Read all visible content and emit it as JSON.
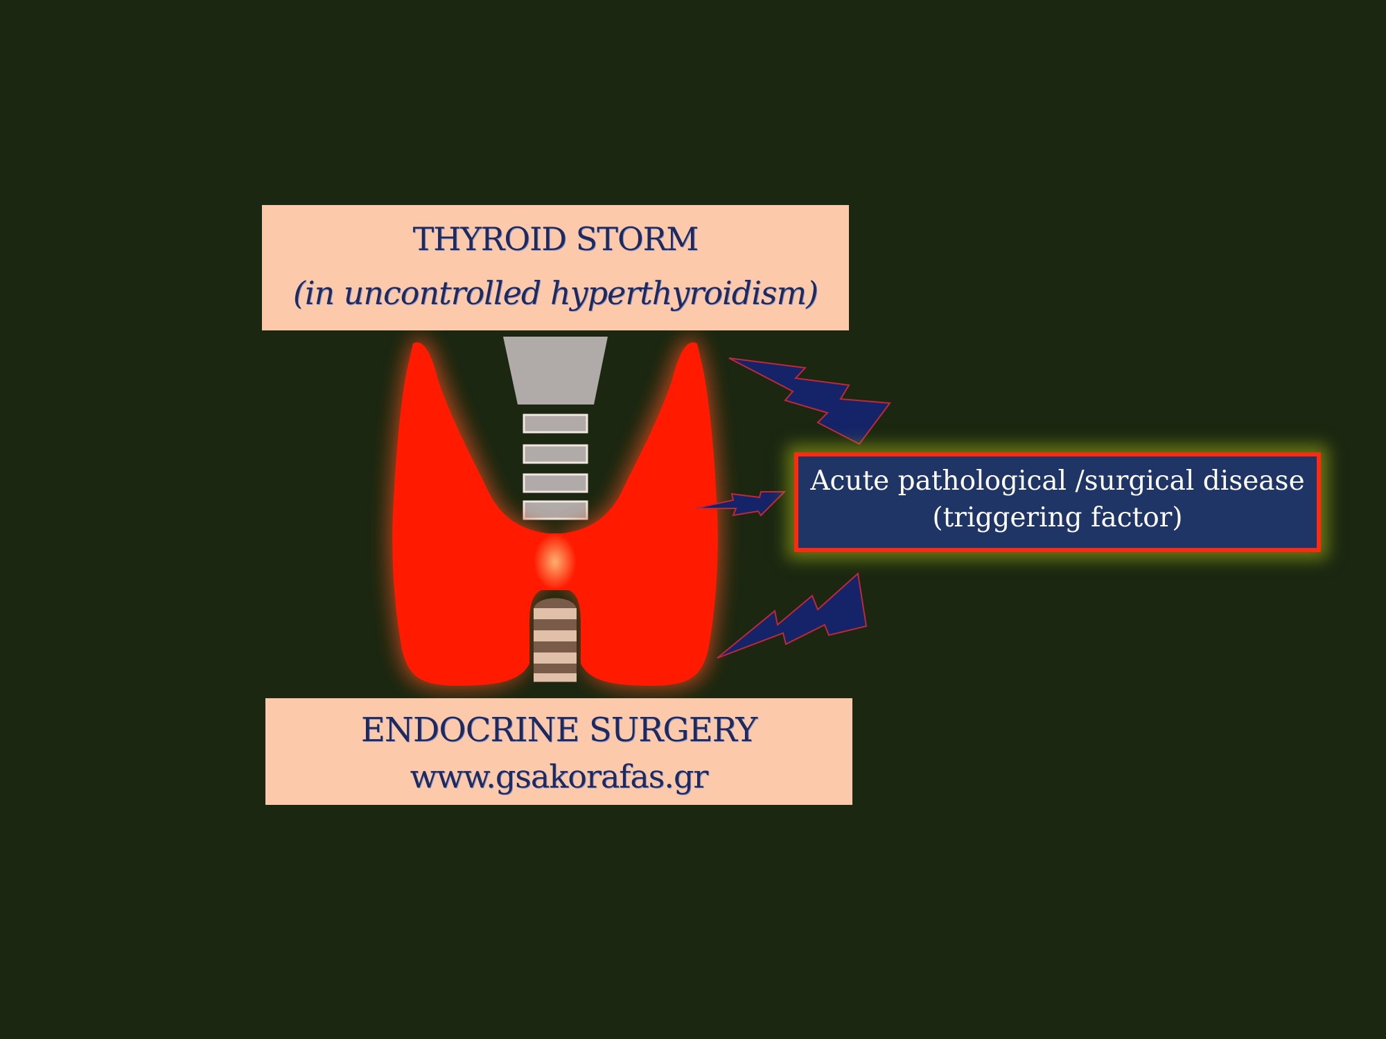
{
  "slide": {
    "background_color": "#1b2711"
  },
  "header": {
    "title": "THYROID STORM",
    "subtitle": "(in uncontrolled hyperthyroidism)"
  },
  "trigger": {
    "line1": "Acute pathological /surgical disease",
    "line2": "(triggering factor)"
  },
  "footer": {
    "line1": "ENDOCRINE SURGERY",
    "line2": "www.gsakorafas.gr"
  },
  "colors": {
    "label_fill": "#fccaab",
    "label_text": "#1e2a5e",
    "thyroid": "#ff1a00",
    "thyroid_glow": "#c24a1a",
    "trachea": "#b0aaa8",
    "lightning": "#152468",
    "trigger_fill": "#1f3566",
    "trigger_border": "#ff2a10",
    "trigger_glow": "#aabe14"
  },
  "icons": [
    "thyroid-gland-icon",
    "trachea-icon",
    "lightning-bolt-icon"
  ]
}
